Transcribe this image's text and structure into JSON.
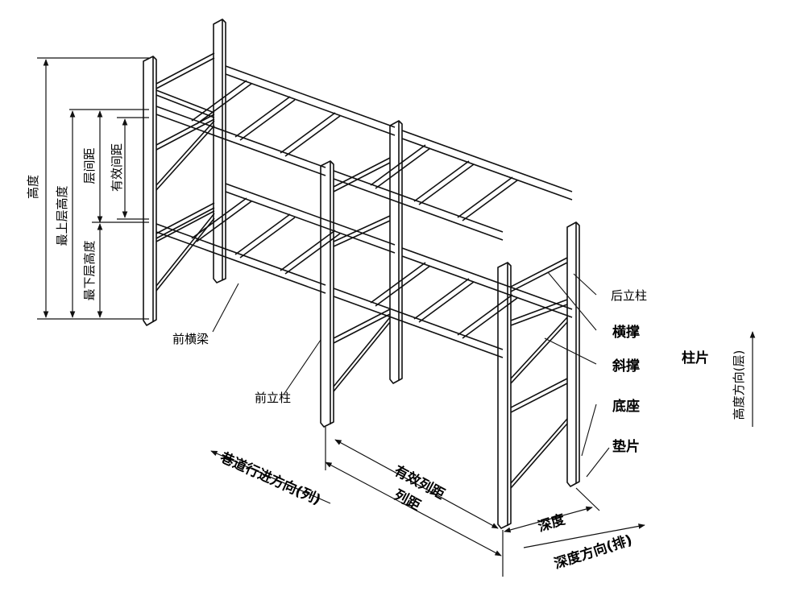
{
  "labels": {
    "height": "高度",
    "top_level_height": "最上层高度",
    "level_spacing": "层间距",
    "effective_spacing": "有效间距",
    "bottom_level_height": "最下层高度",
    "front_beam": "前横梁",
    "front_column": "前立柱",
    "rear_column": "后立柱",
    "cross_brace": "横撑",
    "diagonal_brace": "斜撑",
    "column_piece": "柱片",
    "base": "底座",
    "shim": "垫片",
    "height_direction": "高度方向(层)",
    "aisle_direction": "巷道行进方向(列)",
    "effective_column_pitch": "有效列距",
    "column_pitch": "列距",
    "depth": "深度",
    "depth_direction": "深度方向(排)"
  }
}
